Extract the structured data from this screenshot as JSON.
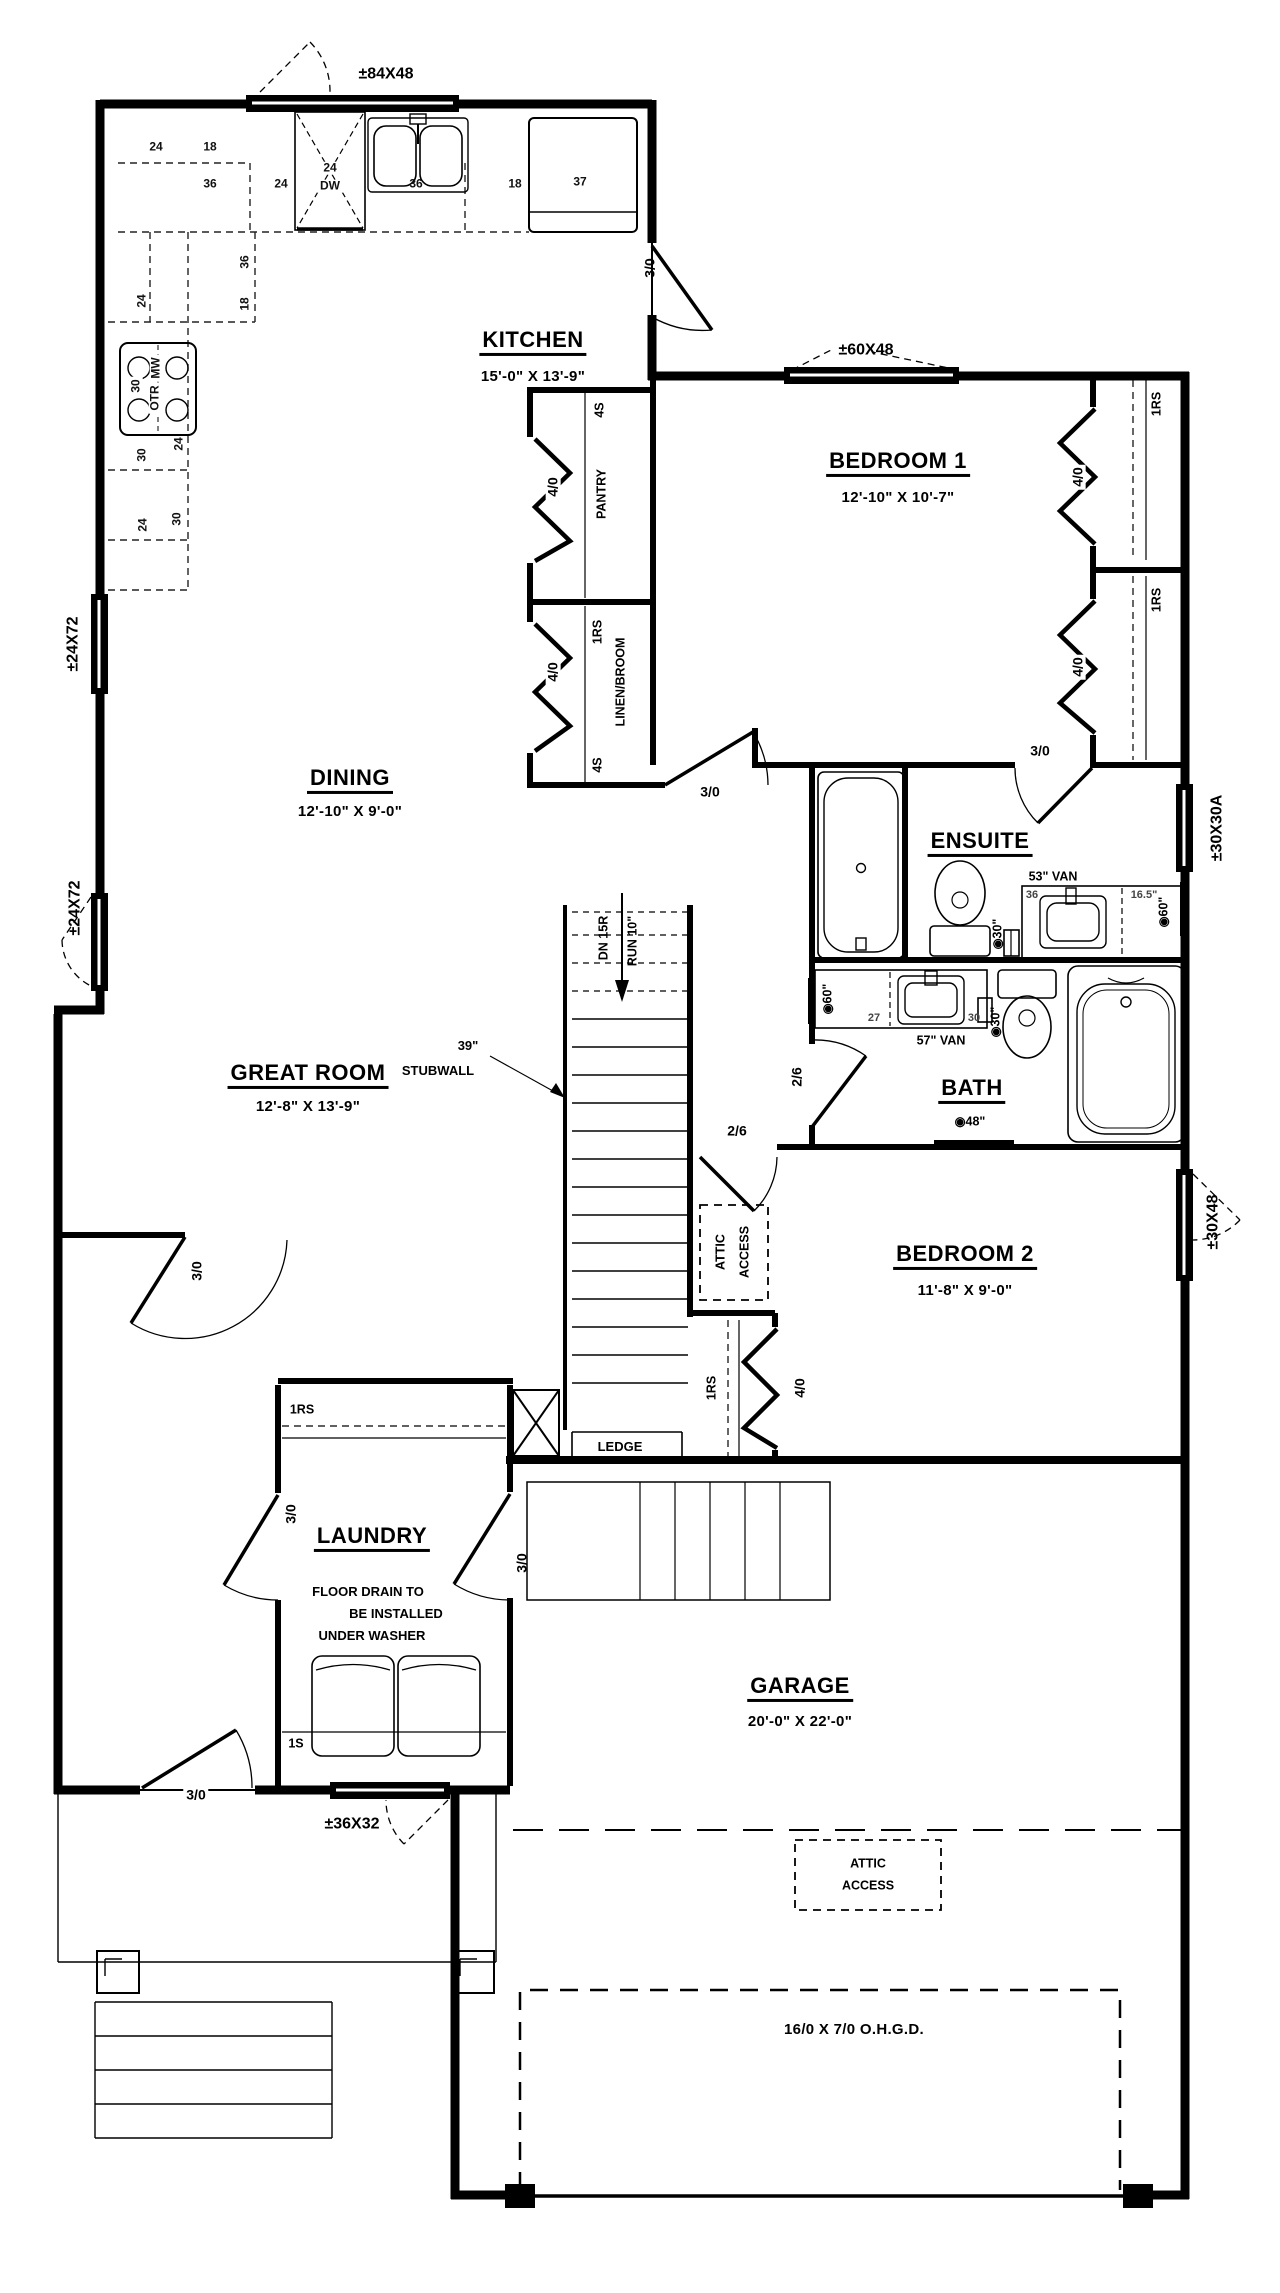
{
  "rooms": {
    "kitchen": {
      "name": "KITCHEN",
      "dims": "15'-0\" X 13'-9\""
    },
    "dining": {
      "name": "DINING",
      "dims": "12'-10\" X 9'-0\""
    },
    "great_room": {
      "name": "GREAT ROOM",
      "dims": "12'-8\" X 13'-9\""
    },
    "bedroom1": {
      "name": "BEDROOM 1",
      "dims": "12'-10\" X 10'-7\""
    },
    "bedroom2": {
      "name": "BEDROOM 2",
      "dims": "11'-8\" X 9'-0\""
    },
    "ensuite": {
      "name": "ENSUITE"
    },
    "bath": {
      "name": "BATH"
    },
    "laundry": {
      "name": "LAUNDRY"
    },
    "garage": {
      "name": "GARAGE",
      "dims": "20'-0\" X 22'-0\""
    }
  },
  "windows": {
    "kitchen": "±84X48",
    "bedroom1": "±60X48",
    "dining": "±24X72",
    "great_room": "±24X72",
    "ensuite": "±30X30A",
    "bedroom2": "±30X48",
    "entry": "±36X32"
  },
  "doors": {
    "d30": "3/0",
    "d26": "2/6",
    "bifold": "4/0"
  },
  "closets": {
    "shelf4": "4S",
    "pantry": "PANTRY",
    "rodshelf": "1RS",
    "linen": "LINEN/BROOM",
    "shelf1": "1S"
  },
  "stairs": {
    "dn": "DN 15R",
    "run": "RUN 10\"",
    "ledge": "LEDGE",
    "stub_size": "39\"",
    "stub_label": "STUBWALL"
  },
  "kitchen_fixtures": {
    "dw": "DW",
    "top_dims": [
      "24",
      "18",
      "36",
      "24",
      "24",
      "36",
      "18",
      "37"
    ],
    "left_dims": [
      "36",
      "24",
      "18",
      "MW",
      "OTR",
      "30",
      "30",
      "24",
      "24",
      "30"
    ]
  },
  "ensuite_fixtures": {
    "vanity": "53\" VAN",
    "d36": "36",
    "d165": "16.5\"",
    "tb30": "◉30\"",
    "tb60": "◉60\""
  },
  "bath_fixtures": {
    "vanity": "57\" VAN",
    "d27": "27",
    "d30": "30",
    "tb60": "◉60\"",
    "tb30": "◉30\"",
    "tb48": "◉48\""
  },
  "laundry_notes": {
    "floor_drain": [
      "FLOOR DRAIN TO",
      "BE INSTALLED",
      "UNDER WASHER"
    ]
  },
  "attic": {
    "l1": "ATTIC",
    "l2": "ACCESS"
  },
  "garage_info": {
    "ohgd": "16/0 X 7/0 O.H.G.D."
  },
  "colors": {
    "line": "#000000",
    "paper": "#ffffff",
    "dim": "#444444"
  }
}
